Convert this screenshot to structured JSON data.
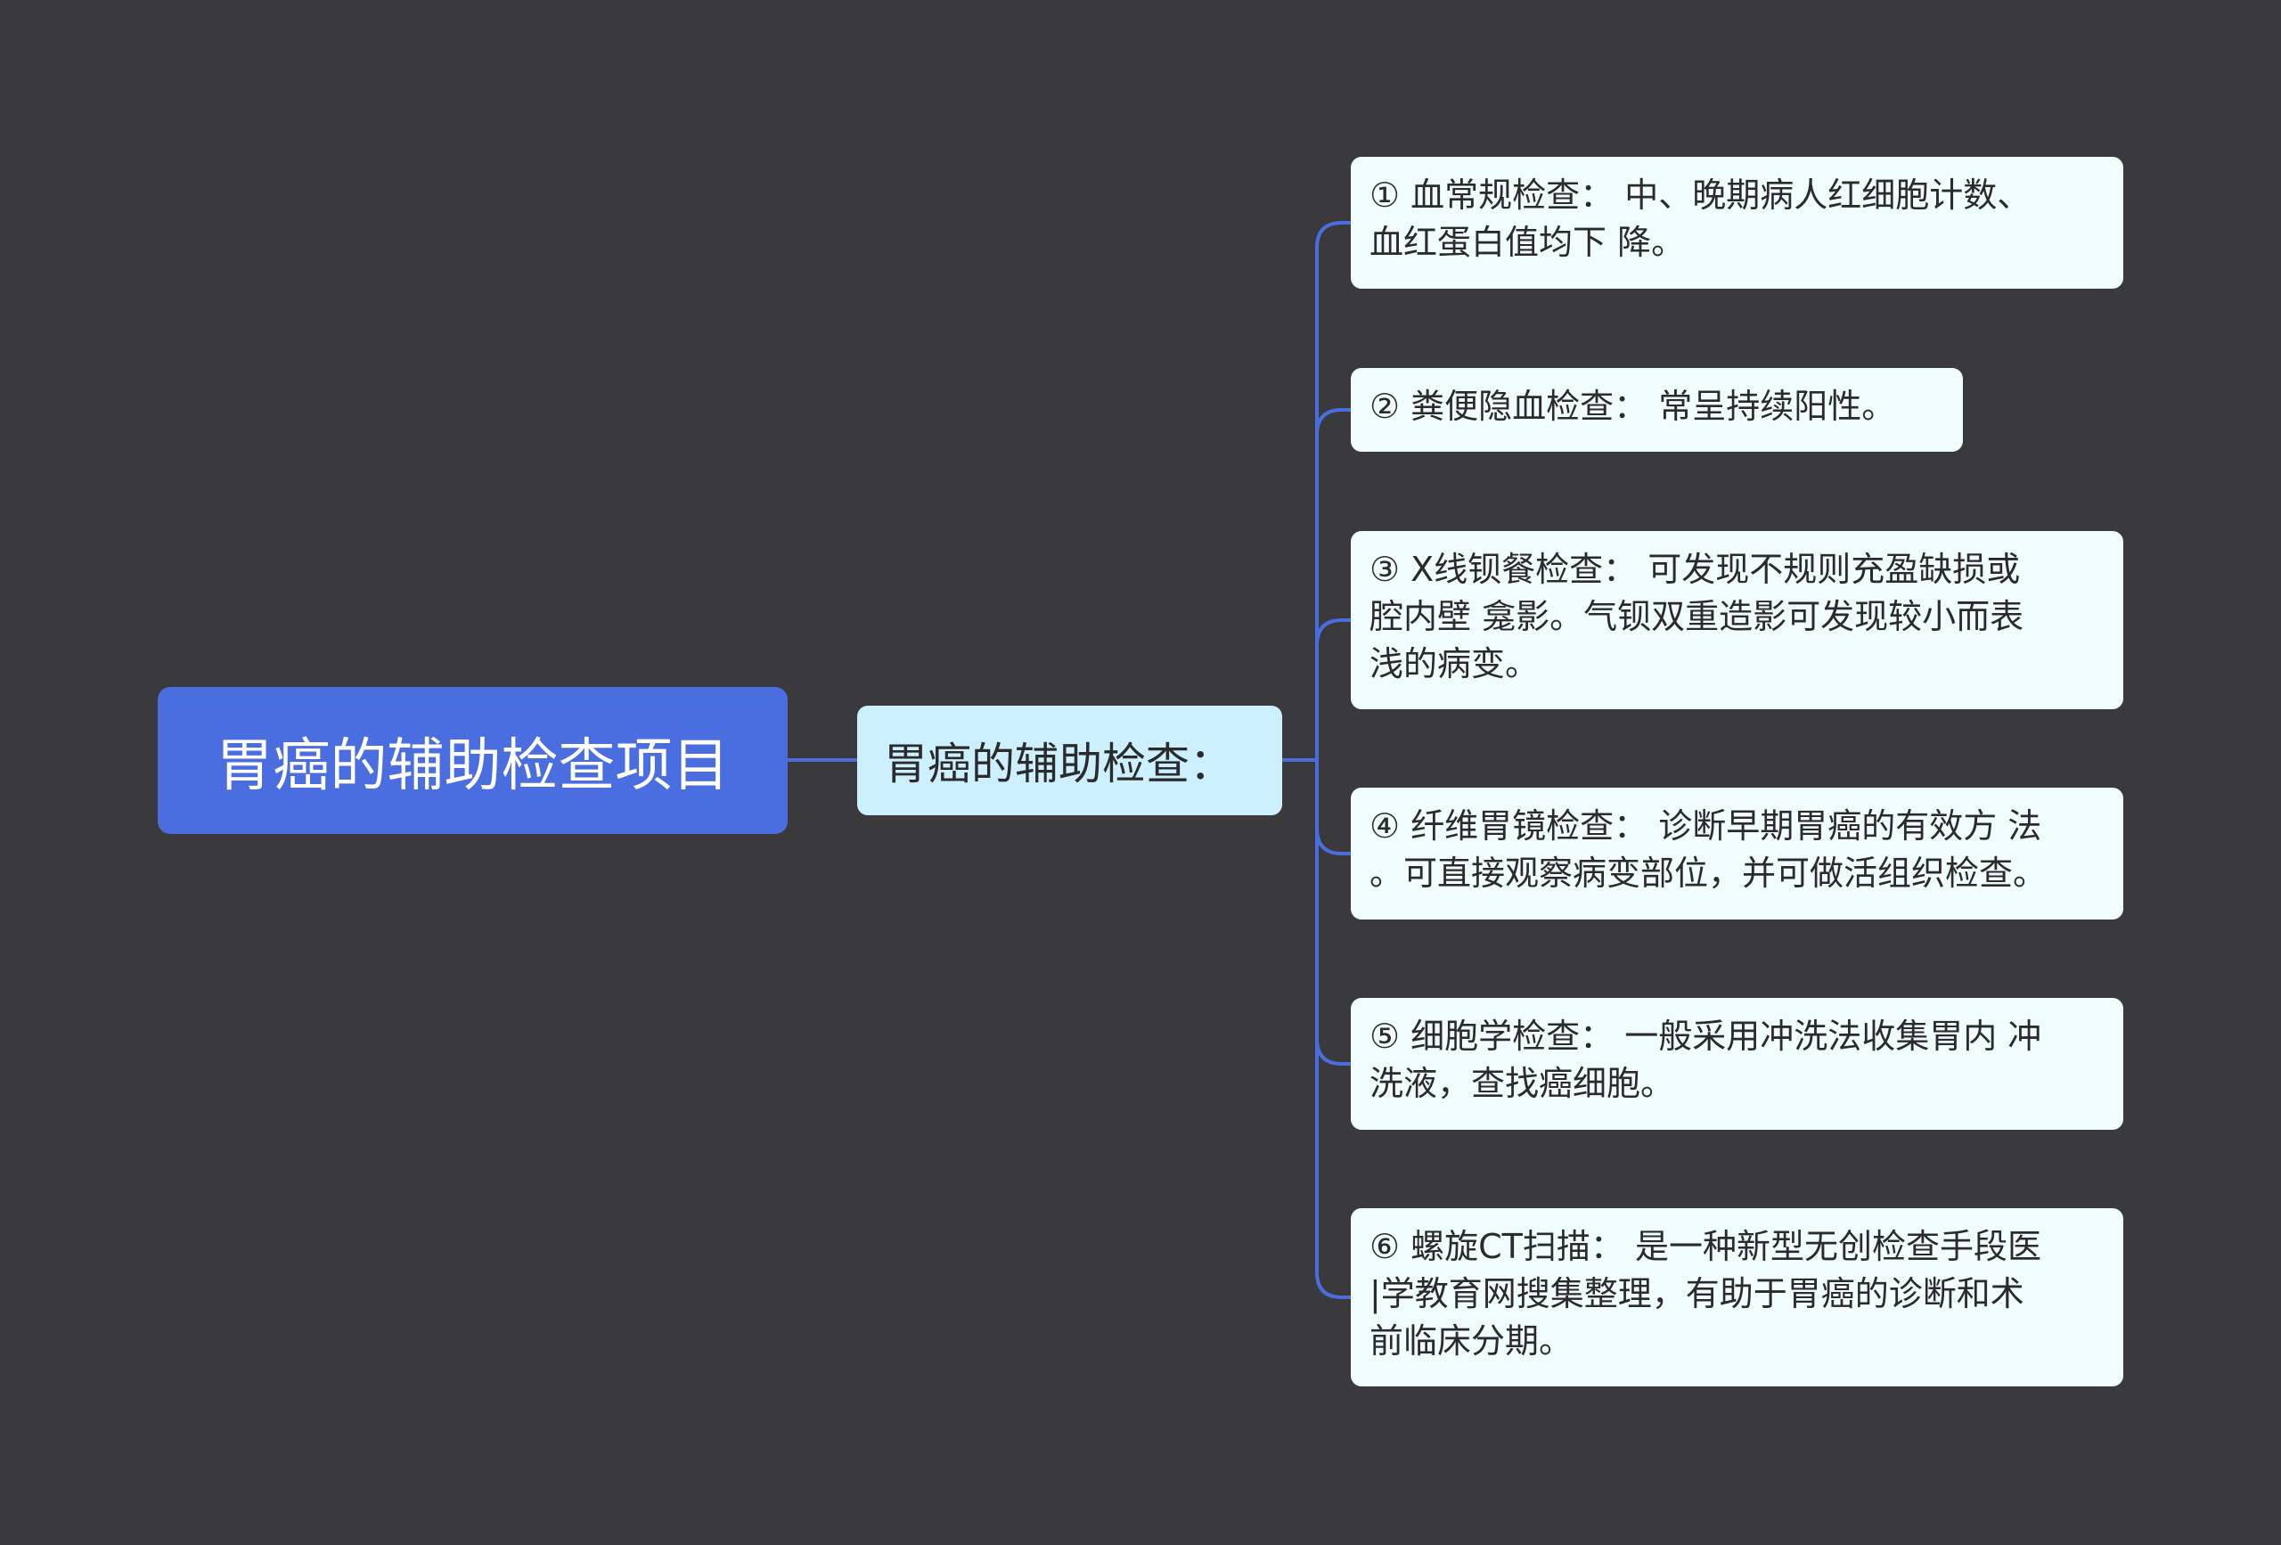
{
  "colors": {
    "background": "#3a393b",
    "root_fill": "#4a6ee0",
    "branch_fill": "#cdf0ff",
    "leaf_fill": "#f1fdfd",
    "connector": "#4a6ee0"
  },
  "root": {
    "label": "胃癌的辅助检查项目"
  },
  "branch": {
    "label": "胃癌的辅助检查："
  },
  "leaves": [
    {
      "lines": [
        "① 血常规检查： 中、晚期病人红细胞计数、",
        "血红蛋白值均下 降。"
      ]
    },
    {
      "lines": [
        "② 粪便隐血检查： 常呈持续阳性。"
      ]
    },
    {
      "lines": [
        "③ X线钡餐检查： 可发现不规则充盈缺损或",
        "腔内壁 龛影。气钡双重造影可发现较小而表",
        "浅的病变。"
      ]
    },
    {
      "lines": [
        "④ 纤维胃镜检查： 诊断早期胃癌的有效方 法",
        "。可直接观察病变部位，并可做活组织检查。"
      ]
    },
    {
      "lines": [
        "⑤ 细胞学检查： 一般采用冲洗法收集胃内 冲",
        "洗液，查找癌细胞。"
      ]
    },
    {
      "lines": [
        "⑥ 螺旋CT扫描： 是一种新型无创检查手段医",
        "|学教育网搜集整理，有助于胃癌的诊断和术",
        "前临床分期。"
      ]
    }
  ]
}
